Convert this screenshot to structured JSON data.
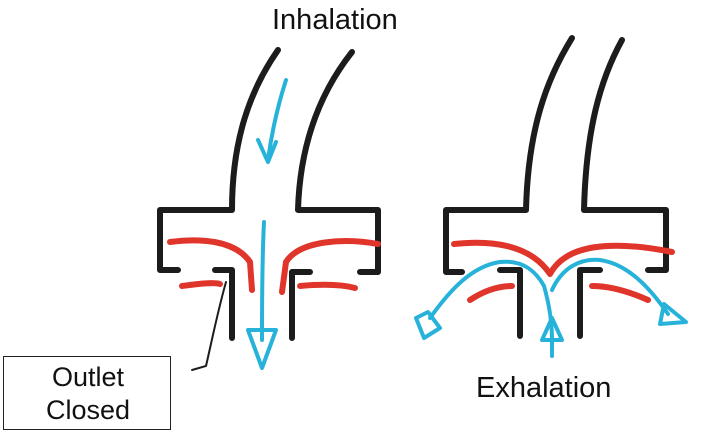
{
  "diagram": {
    "inhalation_label": "Inhalation",
    "exhalation_label": "Exhalation",
    "callout": {
      "line1": "Outlet",
      "line2": "Closed"
    }
  },
  "colors": {
    "valve_body": "#1c1c1c",
    "membrane": "#e0352b",
    "airflow": "#27b3d9"
  }
}
